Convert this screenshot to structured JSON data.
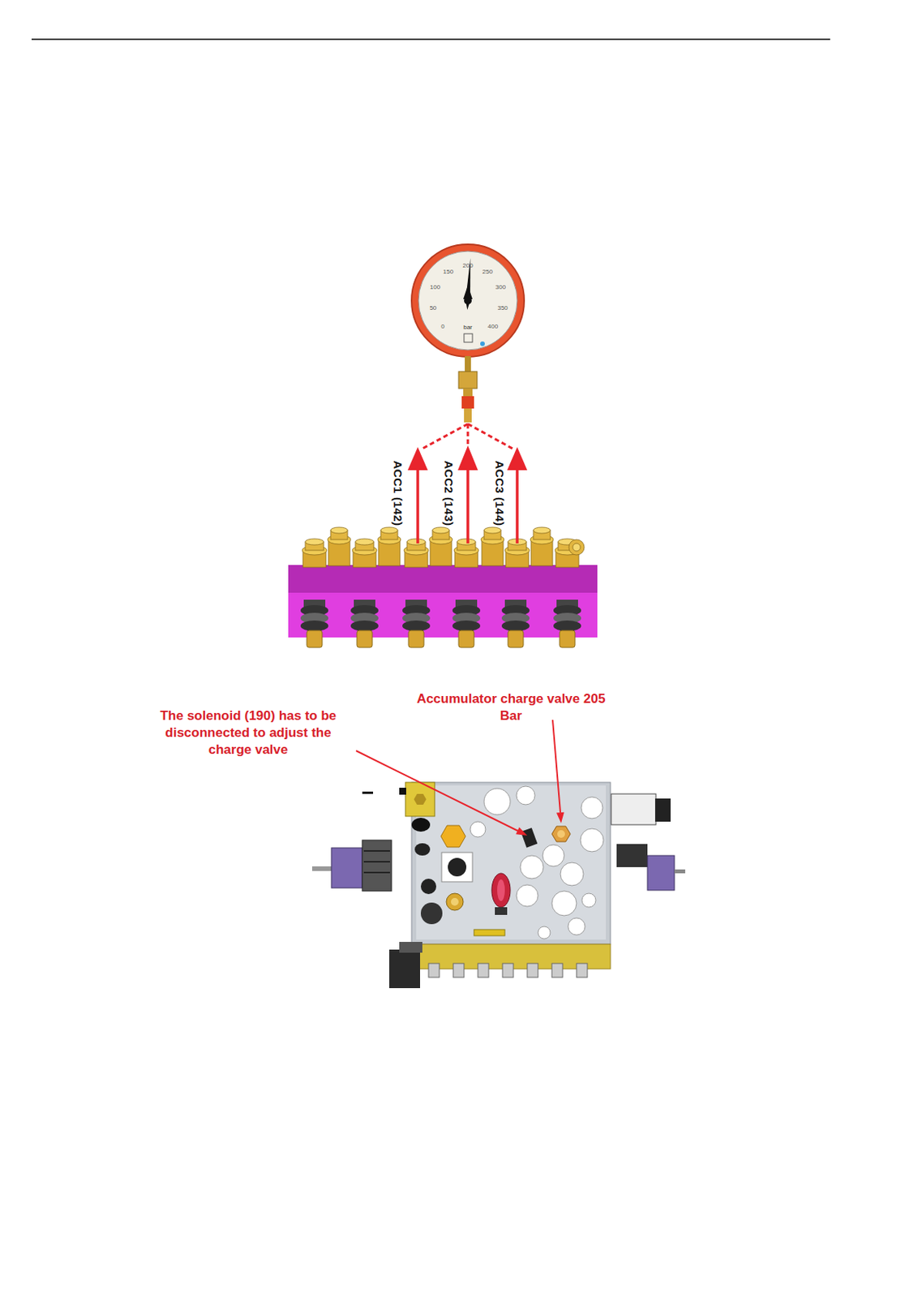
{
  "diagram": {
    "labels": [
      "0",
      "50",
      "100",
      "150",
      "200",
      "250",
      "300",
      "350",
      "400",
      "bar",
      "ACC1 (142)",
      "ACC2 (143)",
      "ACC3 (144)",
      "The solenoid (190) has to be disconnected to adjust the charge valve",
      "Accumulator charge valve 205 Bar"
    ]
  }
}
